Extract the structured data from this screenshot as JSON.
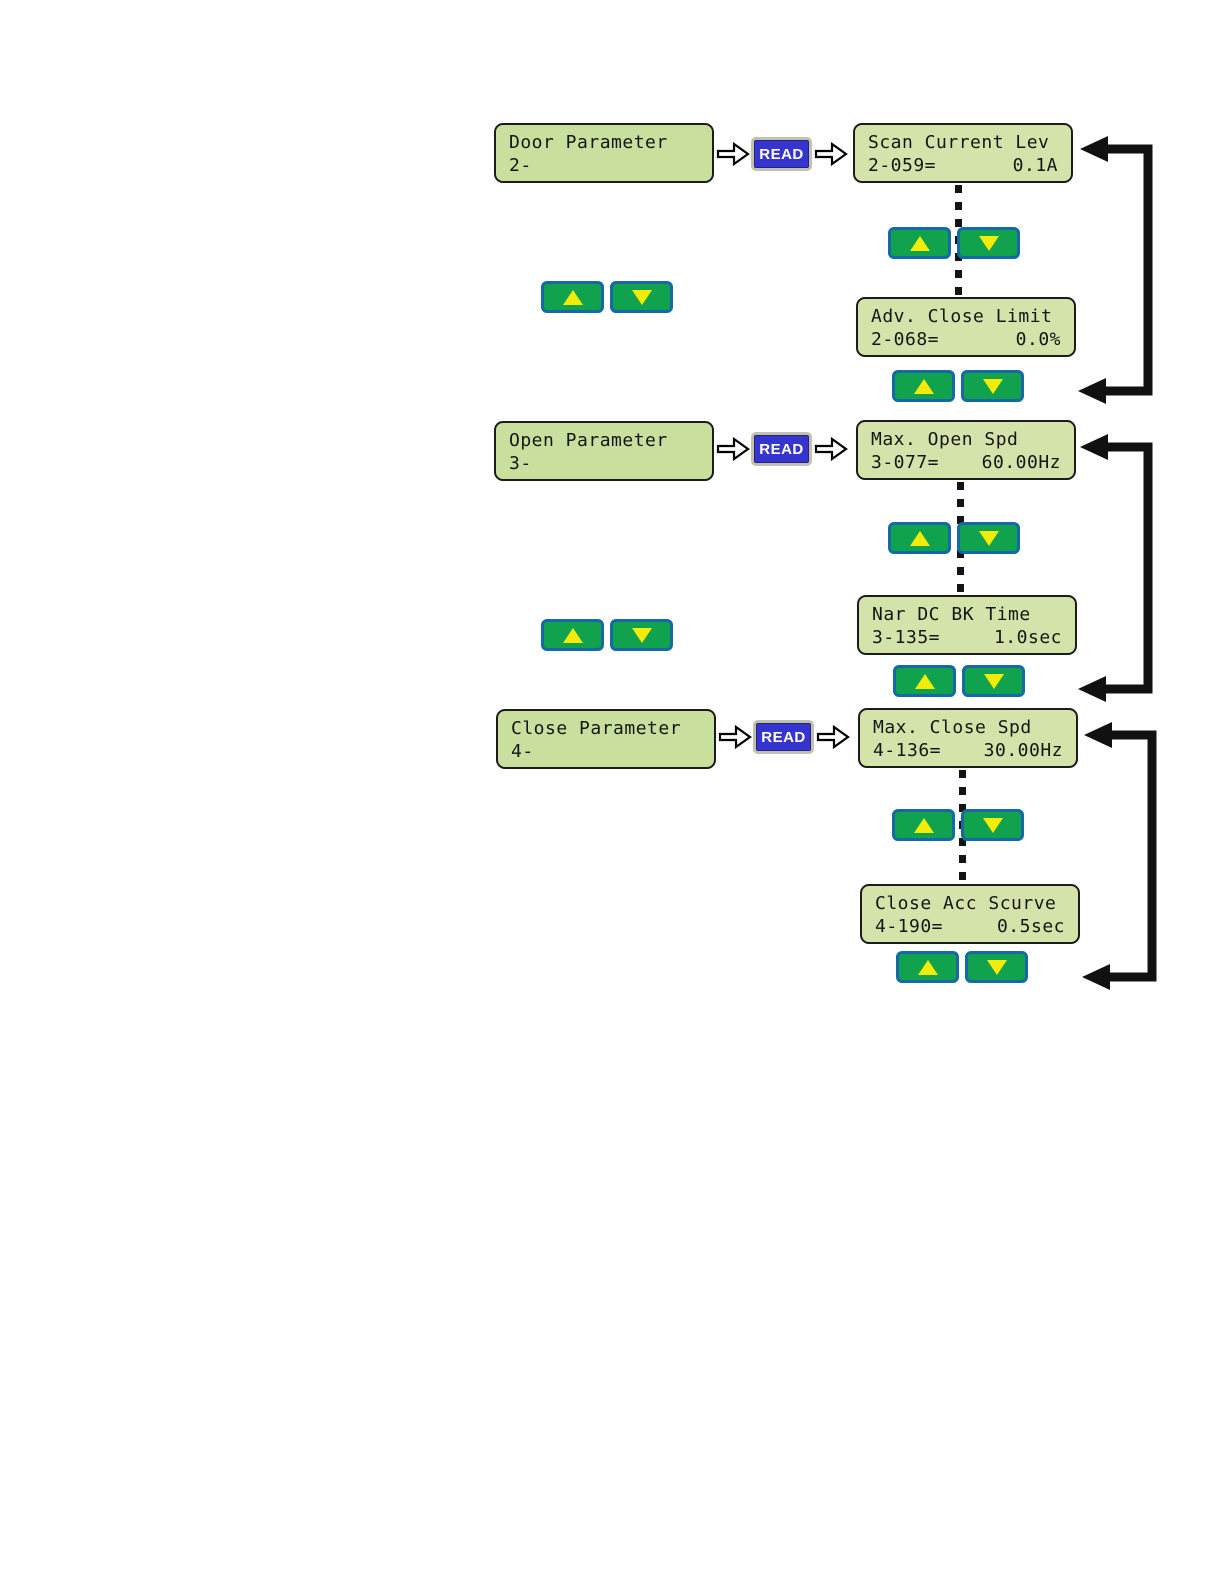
{
  "colors": {
    "lcd_bg": "#d3e3a9",
    "param_bg": "#c8df9e",
    "box_border": "#1c1c1c",
    "btn_green": "#11a24e",
    "btn_border": "#1669a9",
    "triangle_yellow": "#f3ec08",
    "read_bg": "#3634cf",
    "read_border": "#c2c1ad",
    "read_text": "#ffffff",
    "arrow_black": "#111111"
  },
  "read_label": "READ",
  "icons": {
    "up": "up-arrow-icon",
    "down": "down-arrow-icon",
    "flow": "right-block-arrow-icon",
    "loop": "return-loop-arrow-icon"
  },
  "sections": [
    {
      "menu": {
        "title": "Door Parameter",
        "code": "2-"
      },
      "first_param": {
        "name": "Scan Current Lev",
        "code": "2-059=",
        "value": "0.1A"
      },
      "last_param": {
        "name": "Adv. Close Limit",
        "code": "2-068=",
        "value": "0.0%"
      }
    },
    {
      "menu": {
        "title": "Open Parameter",
        "code": "3-"
      },
      "first_param": {
        "name": "Max. Open Spd",
        "code": "3-077=",
        "value": "60.00Hz"
      },
      "last_param": {
        "name": "Nar DC BK Time",
        "code": "3-135=",
        "value": "1.0sec"
      }
    },
    {
      "menu": {
        "title": "Close Parameter",
        "code": "4-"
      },
      "first_param": {
        "name": "Max. Close Spd",
        "code": "4-136=",
        "value": "30.00Hz"
      },
      "last_param": {
        "name": "Close Acc Scurve",
        "code": "4-190=",
        "value": "0.5sec"
      }
    }
  ]
}
